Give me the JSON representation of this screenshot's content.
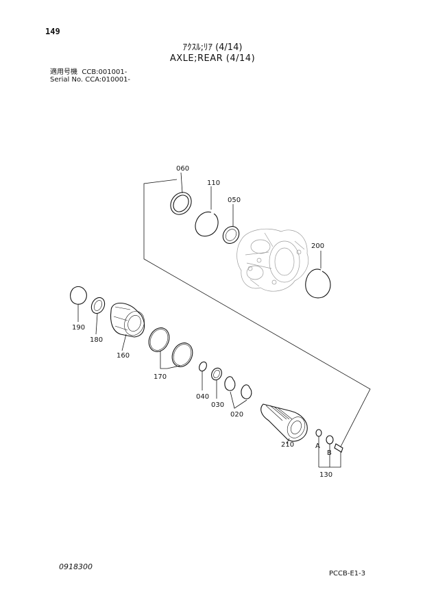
{
  "header": {
    "page_number": "149",
    "title_jp": "ｱｸｽﾙ;ﾘｱ (4/14)",
    "title_en": "AXLE;REAR (4/14)",
    "serial_jp": "適用号機  CCB:001001-",
    "serial_en": "Serial No. CCA:010001-"
  },
  "callouts": {
    "c060": "060",
    "c110": "110",
    "c050": "050",
    "c200": "200",
    "c190": "190",
    "c180": "180",
    "c160": "160",
    "c170": "170",
    "c040": "040",
    "c030": "030",
    "c020": "020",
    "c210": "210",
    "cA": "A",
    "cB": "B",
    "c130": "130"
  },
  "footer": {
    "doc_code": "0918300",
    "page_code": "PCCB-E1-3"
  }
}
